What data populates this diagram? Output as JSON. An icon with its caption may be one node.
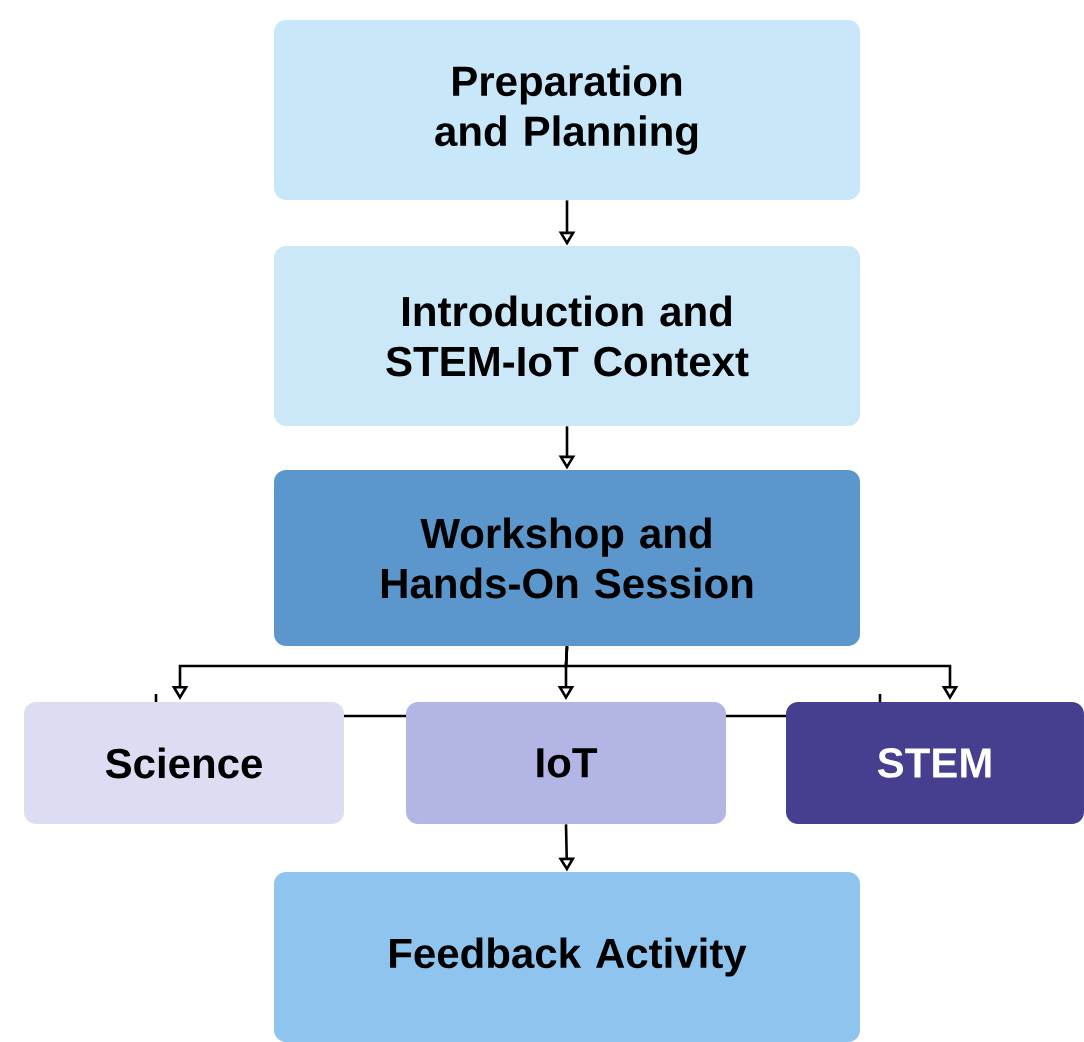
{
  "diagram": {
    "nodes": [
      {
        "text": [
          "Preparation and Planning"
        ]
      },
      {
        "text": [
          "Introduction and STEM-IoT Context"
        ]
      },
      {
        "text": [
          "Workshop and Hands-On Session"
        ]
      },
      {
        "text": [
          "Science"
        ]
      },
      {
        "text": [
          "IoT"
        ]
      },
      {
        "text": [
          "STEM"
        ]
      },
      {
        "text": [
          "Feedback Activity"
        ]
      }
    ],
    "edges": [
      {
        "from": 0,
        "to": 1,
        "arrow": "to"
      },
      {
        "from": 1,
        "to": 2,
        "arrow": "to"
      },
      {
        "from": 2,
        "to": 3,
        "arrow": "to"
      },
      {
        "from": 2,
        "to": 4,
        "arrow": "to"
      },
      {
        "from": 2,
        "to": 5,
        "arrow": "to"
      },
      {
        "from": 4,
        "to": 6,
        "arrow": "to"
      }
    ]
  }
}
